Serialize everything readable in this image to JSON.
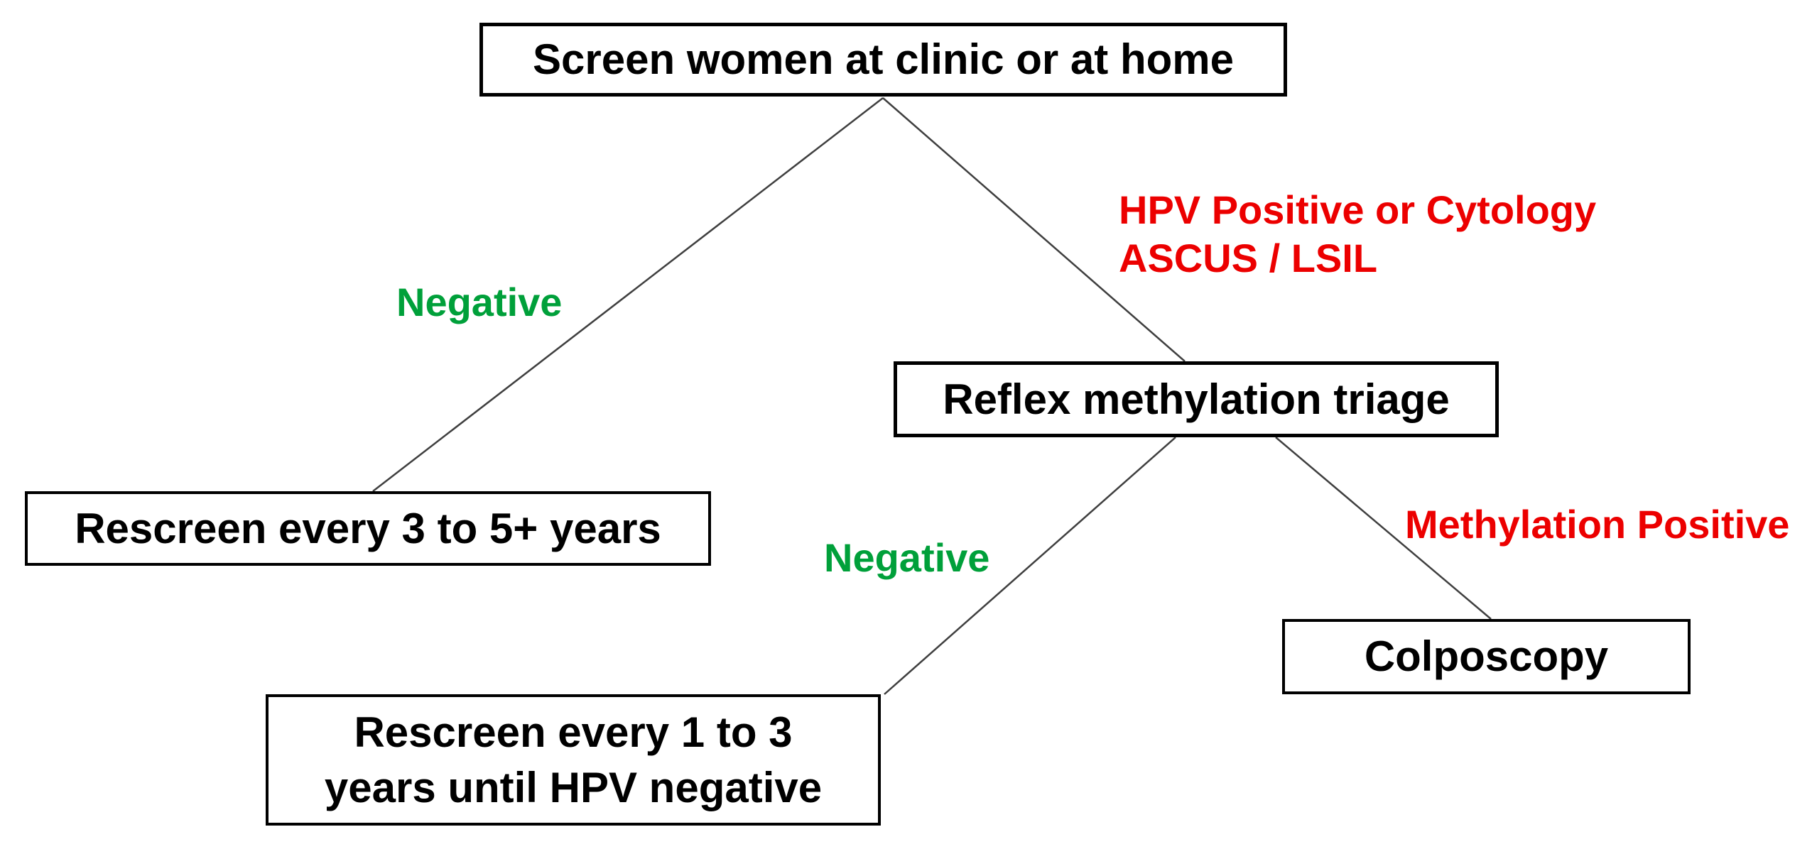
{
  "diagram": {
    "description": "Cervical cancer screening and methylation triage flowchart",
    "nodes": {
      "screen": {
        "label": "Screen women at clinic or at home"
      },
      "reflex": {
        "label": "Reflex methylation triage"
      },
      "rescreen35": {
        "label": "Rescreen every 3 to 5+ years"
      },
      "colposcopy": {
        "label": "Colposcopy"
      },
      "rescreen13": {
        "label": "Rescreen every 1 to 3\nyears until HPV negative"
      }
    },
    "edge_labels": {
      "negative1": {
        "label": "Negative",
        "color": "#00a03a"
      },
      "hpv_positive": {
        "label": "HPV Positive or Cytology\nASCUS / LSIL",
        "color": "#ec0000"
      },
      "negative2": {
        "label": "Negative",
        "color": "#00a03a"
      },
      "methylation_positive": {
        "label": "Methylation Positive",
        "color": "#ec0000"
      }
    },
    "edges": [
      {
        "from": "screen",
        "to": "rescreen35",
        "label": "Negative"
      },
      {
        "from": "screen",
        "to": "reflex",
        "label": "HPV Positive or Cytology ASCUS / LSIL"
      },
      {
        "from": "reflex",
        "to": "rescreen13",
        "label": "Negative"
      },
      {
        "from": "reflex",
        "to": "colposcopy",
        "label": "Methylation Positive"
      }
    ],
    "colors": {
      "negative_green": "#00a03a",
      "positive_red": "#ec0000",
      "box_border": "#000000",
      "line": "#3f3f3f",
      "background": "#ffffff"
    }
  }
}
